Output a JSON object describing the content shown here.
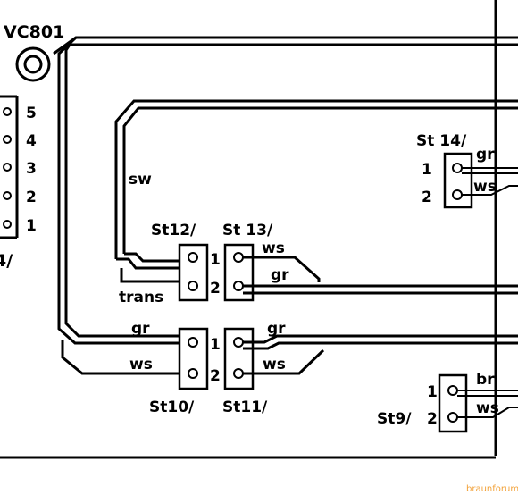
{
  "component": {
    "name": "VC801"
  },
  "left_connector": {
    "pins": [
      "5",
      "4",
      "3",
      "2",
      "1"
    ],
    "label": "4/"
  },
  "connectors": {
    "st12": {
      "label": "St12/"
    },
    "st13": {
      "label": "St 13/"
    },
    "st14": {
      "label": "St 14/",
      "pin1": "1",
      "pin2": "2"
    },
    "st10": {
      "label": "St10/"
    },
    "st11": {
      "label": "St11/"
    },
    "st9": {
      "label": "St9/",
      "pin1": "1",
      "pin2": "2"
    }
  },
  "pin_numbers": {
    "st12_13_1": "1",
    "st12_13_2": "2",
    "st10_11_1": "1",
    "st10_11_2": "2"
  },
  "wire_labels": {
    "sw": "sw",
    "trans": "trans",
    "st13_ws": "ws",
    "st13_gr": "gr",
    "st10_gr": "gr",
    "st10_ws": "ws",
    "st11_gr": "gr",
    "st11_ws": "ws",
    "st14_gr": "gr",
    "st14_ws": "ws",
    "st9_br": "br",
    "st9_ws": "ws"
  },
  "watermark": "braunforum"
}
